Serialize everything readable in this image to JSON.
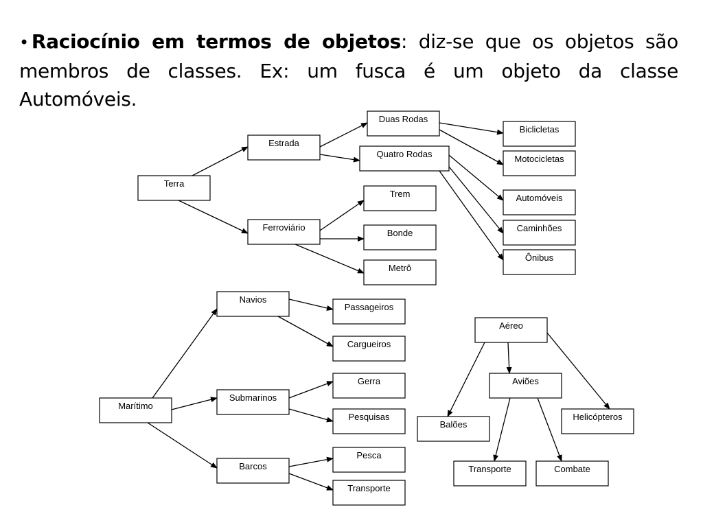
{
  "heading": {
    "bullet": "•",
    "term": "Raciocínio em termos de objetos",
    "rest": ": diz-se que os objetos são membros de classes. Ex: um fusca é um objeto da classe Automóveis."
  },
  "nodes": [
    {
      "id": "terra",
      "label": "Terra"
    },
    {
      "id": "estrada",
      "label": "Estrada"
    },
    {
      "id": "ferroviario",
      "label": "Ferroviário"
    },
    {
      "id": "duas-rodas",
      "label": "Duas Rodas"
    },
    {
      "id": "quatro-rodas",
      "label": "Quatro Rodas"
    },
    {
      "id": "bicicletas",
      "label": "Biclicletas"
    },
    {
      "id": "motocicletas",
      "label": "Motocicletas"
    },
    {
      "id": "automoveis",
      "label": "Automóveis"
    },
    {
      "id": "caminhoes",
      "label": "Caminhões"
    },
    {
      "id": "onibus",
      "label": "Ônibus"
    },
    {
      "id": "trem",
      "label": "Trem"
    },
    {
      "id": "bonde",
      "label": "Bonde"
    },
    {
      "id": "metro",
      "label": "Metrô"
    },
    {
      "id": "maritimo",
      "label": "Marítimo"
    },
    {
      "id": "navios",
      "label": "Navios"
    },
    {
      "id": "submarinos",
      "label": "Submarinos"
    },
    {
      "id": "barcos",
      "label": "Barcos"
    },
    {
      "id": "passageiros",
      "label": "Passageiros"
    },
    {
      "id": "cargueiros",
      "label": "Cargueiros"
    },
    {
      "id": "gerra",
      "label": "Gerra"
    },
    {
      "id": "pesquisas",
      "label": "Pesquisas"
    },
    {
      "id": "pesca",
      "label": "Pesca"
    },
    {
      "id": "transporte-mar",
      "label": "Transporte"
    },
    {
      "id": "aereo",
      "label": "Aéreo"
    },
    {
      "id": "avioes",
      "label": "Aviões"
    },
    {
      "id": "baloes",
      "label": "Balões"
    },
    {
      "id": "helicopteros",
      "label": "Helicópteros"
    },
    {
      "id": "transporte-ar",
      "label": "Transporte"
    },
    {
      "id": "combate",
      "label": "Combate"
    }
  ],
  "edges": [
    [
      "terra",
      "estrada"
    ],
    [
      "terra",
      "ferroviario"
    ],
    [
      "estrada",
      "duas-rodas"
    ],
    [
      "estrada",
      "quatro-rodas"
    ],
    [
      "duas-rodas",
      "bicicletas"
    ],
    [
      "duas-rodas",
      "motocicletas"
    ],
    [
      "quatro-rodas",
      "automoveis"
    ],
    [
      "quatro-rodas",
      "caminhoes"
    ],
    [
      "quatro-rodas",
      "onibus"
    ],
    [
      "ferroviario",
      "trem"
    ],
    [
      "ferroviario",
      "bonde"
    ],
    [
      "ferroviario",
      "metro"
    ],
    [
      "maritimo",
      "navios"
    ],
    [
      "maritimo",
      "submarinos"
    ],
    [
      "maritimo",
      "barcos"
    ],
    [
      "navios",
      "passageiros"
    ],
    [
      "navios",
      "cargueiros"
    ],
    [
      "submarinos",
      "gerra"
    ],
    [
      "submarinos",
      "pesquisas"
    ],
    [
      "barcos",
      "pesca"
    ],
    [
      "barcos",
      "transporte-mar"
    ],
    [
      "aereo",
      "baloes"
    ],
    [
      "aereo",
      "avioes"
    ],
    [
      "aereo",
      "helicopteros"
    ],
    [
      "avioes",
      "transporte-ar"
    ],
    [
      "avioes",
      "combate"
    ]
  ]
}
